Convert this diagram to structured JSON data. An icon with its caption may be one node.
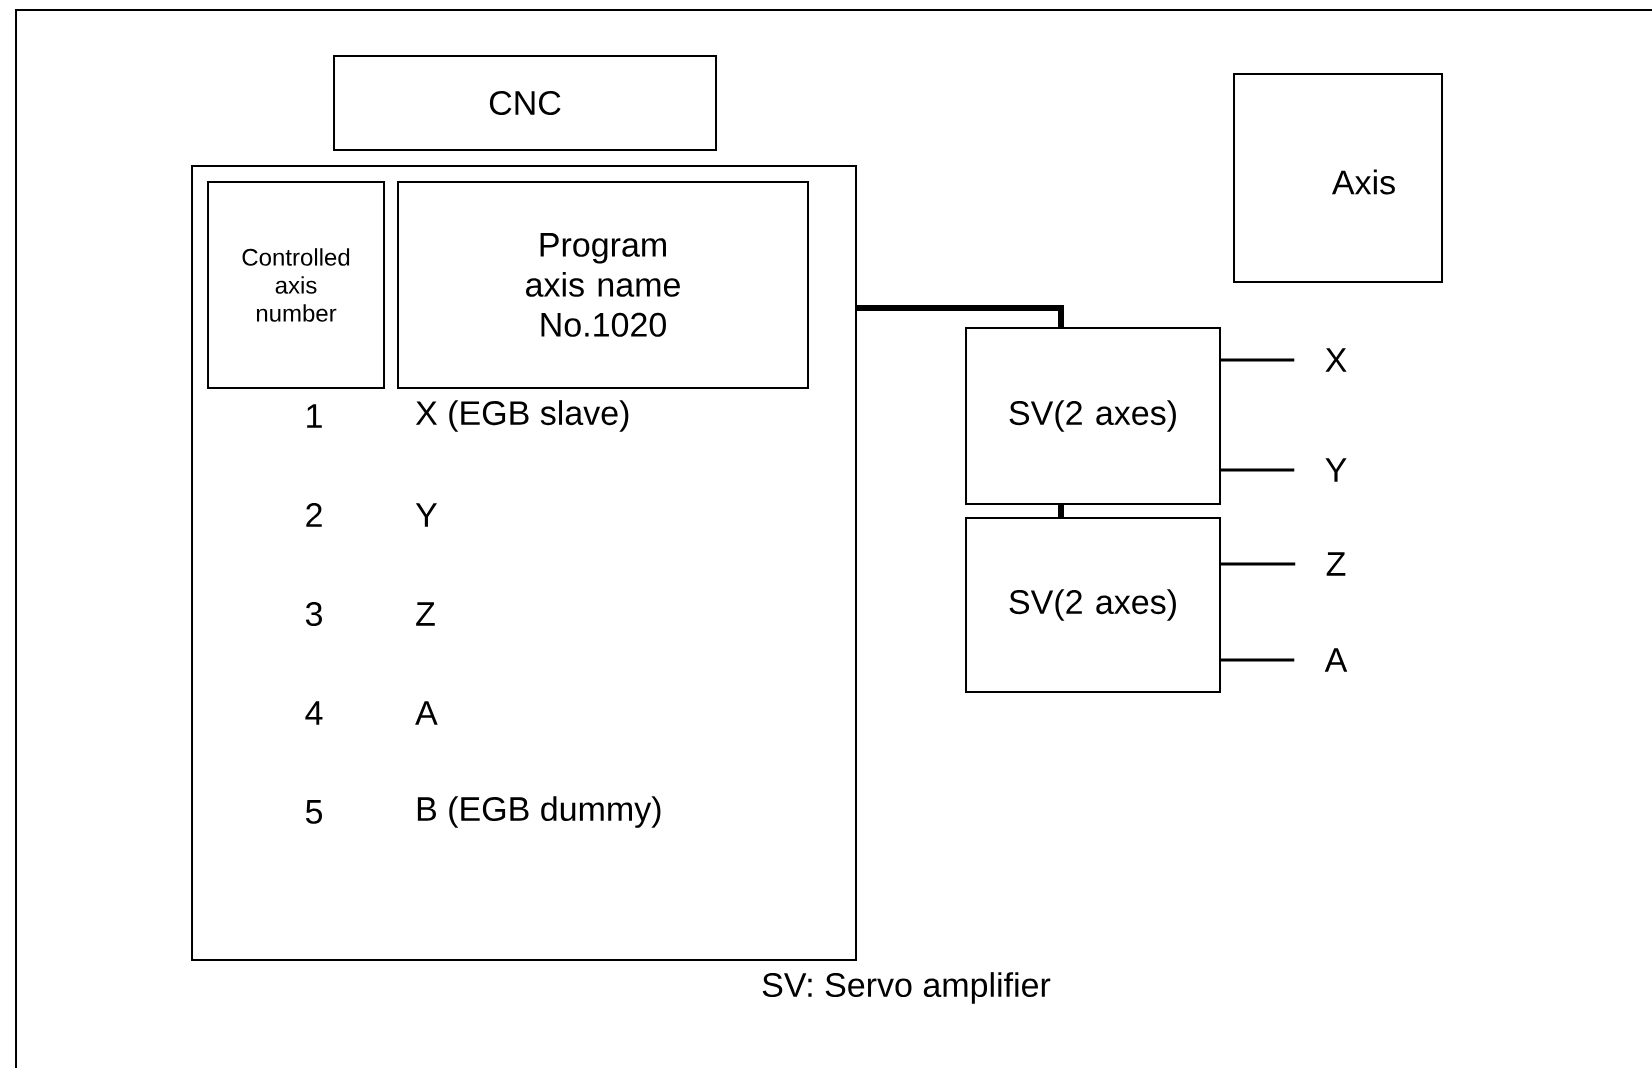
{
  "diagram": {
    "caption": "SV: Servo amplifier",
    "nodes": [
      {
        "text": [
          "CNC"
        ]
      },
      {
        "text": [],
        "shape": "box"
      },
      {
        "text": [
          "Controlled axis number"
        ],
        "in": 1
      },
      {
        "text": [
          "Program axis name No.1020"
        ],
        "in": 1
      },
      {
        "text": [
          "Axis"
        ]
      },
      {
        "text": [
          "SV(2 axes)"
        ]
      },
      {
        "text": [
          "SV(2 axes)"
        ]
      },
      {
        "text": [
          "X"
        ]
      },
      {
        "text": [
          "Y"
        ]
      },
      {
        "text": [
          "Z"
        ]
      },
      {
        "text": [
          "A"
        ]
      }
    ],
    "edges": [
      {
        "from": 1,
        "to": 5,
        "arrow": "none",
        "style": "thick"
      },
      {
        "from": 5,
        "to": 6,
        "arrow": "none",
        "style": "thick"
      },
      {
        "from": 5,
        "to": 7,
        "arrow": "none"
      },
      {
        "from": 5,
        "to": 8,
        "arrow": "none"
      },
      {
        "from": 6,
        "to": 9,
        "arrow": "none"
      },
      {
        "from": 6,
        "to": 10,
        "arrow": "none"
      }
    ],
    "labels": [
      "1",
      "X (EGB slave)",
      "2",
      "Y",
      "3",
      "Z",
      "4",
      "A",
      "5",
      "B (EGB dummy)"
    ]
  }
}
